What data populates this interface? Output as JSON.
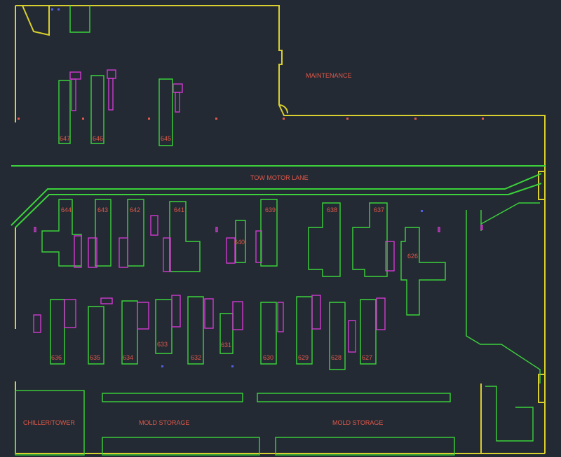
{
  "areas": {
    "maintenance": "MAINTENANCE",
    "tow_motor_lane": "TOW MOTOR LANE",
    "chiller_tower": "CHILLER/TOWER",
    "mold_storage_left": "MOLD STORAGE",
    "mold_storage_right": "MOLD STORAGE"
  },
  "machines": {
    "top_row": [
      "647",
      "646",
      "645"
    ],
    "middle_row": [
      "644",
      "643",
      "642",
      "641",
      "640",
      "639",
      "638",
      "637",
      "626"
    ],
    "bottom_row": [
      "636",
      "635",
      "634",
      "633",
      "632",
      "631",
      "630",
      "629",
      "628",
      "627"
    ]
  },
  "colors": {
    "background": "#232a33",
    "wall": "#d9cf2e",
    "machine_outline": "#3bd23b",
    "auxiliary_outline": "#d03ad0",
    "label_text": "#e0584a"
  }
}
